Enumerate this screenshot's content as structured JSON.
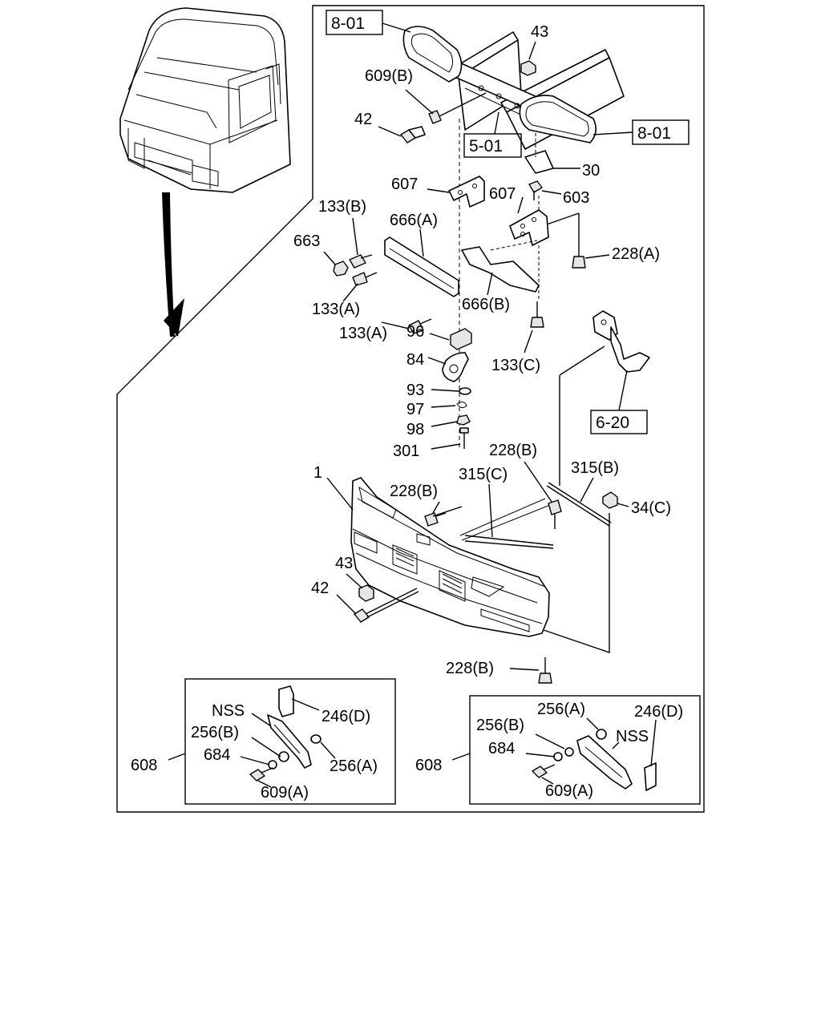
{
  "references": {
    "frame_left": "8-01",
    "frame_right": "8-01",
    "chassis": "5-01",
    "bracket": "6-20"
  },
  "labels": {
    "l43_top": "43",
    "l609b": "609(B)",
    "l42_top": "42",
    "l30": "30",
    "l607_a": "607",
    "l607_b": "607",
    "l603": "603",
    "l133b": "133(B)",
    "l666a": "666(A)",
    "l663": "663",
    "l228a": "228(A)",
    "l133a_1": "133(A)",
    "l666b": "666(B)",
    "l133a_2": "133(A)",
    "l96": "96",
    "l133c": "133(C)",
    "l84": "84",
    "l93": "93",
    "l97": "97",
    "l98": "98",
    "l301": "301",
    "l228b_1": "228(B)",
    "l315b": "315(B)",
    "l1": "1",
    "l315c": "315(C)",
    "l228b_2": "228(B)",
    "l34c": "34(C)",
    "l43_bot": "43",
    "l42_bot": "42",
    "l228b_3": "228(B)"
  },
  "inset_left": {
    "nss": "NSS",
    "p246d": "246(D)",
    "p256b": "256(B)",
    "p684": "684",
    "p256a": "256(A)",
    "p608": "608",
    "p609a": "609(A)"
  },
  "inset_right": {
    "p256a": "256(A)",
    "p246d": "246(D)",
    "p256b": "256(B)",
    "nss": "NSS",
    "p684": "684",
    "p608": "608",
    "p609a": "609(A)"
  }
}
